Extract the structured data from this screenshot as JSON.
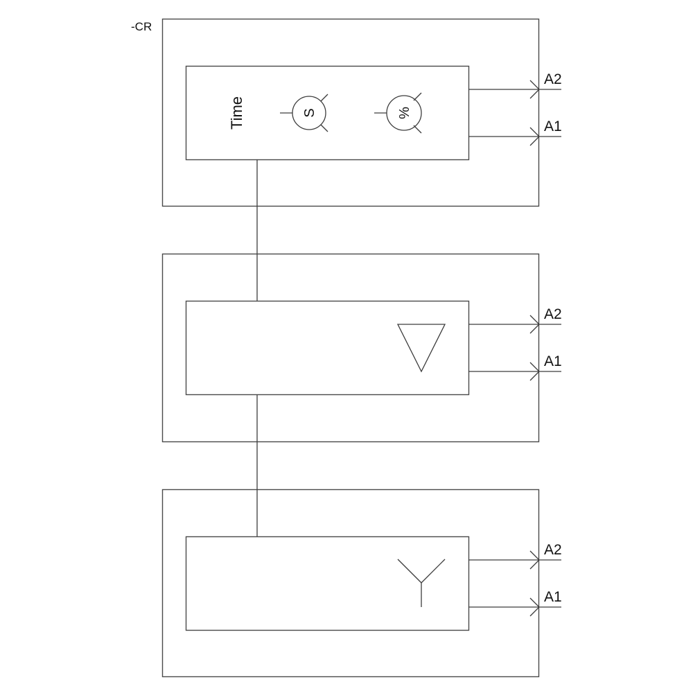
{
  "diagram": {
    "designation": "-CR",
    "colors": {
      "line": "#3c3c3c",
      "background": "#ffffff",
      "text": "#111111"
    },
    "blocks": [
      {
        "id": "time-relay",
        "label": "Time",
        "symbols": [
          {
            "name": "seconds-dial",
            "glyph": "S"
          },
          {
            "name": "percent-dial",
            "glyph": "%"
          }
        ],
        "terminals": [
          "A2",
          "A1"
        ]
      },
      {
        "id": "delta-module",
        "symbol": "delta-triangle",
        "terminals": [
          "A2",
          "A1"
        ]
      },
      {
        "id": "star-module",
        "symbol": "star-wye",
        "terminals": [
          "A2",
          "A1"
        ]
      }
    ]
  }
}
